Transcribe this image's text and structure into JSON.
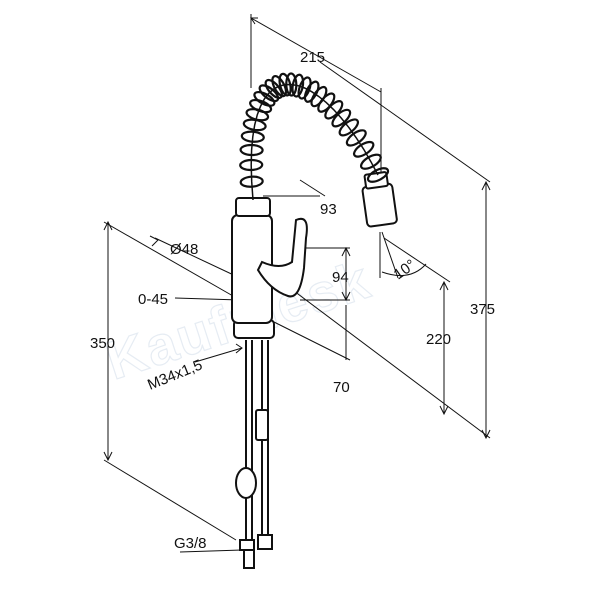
{
  "dimensions": {
    "width_215": "215",
    "spout_93": "93",
    "diameter": "Ø48",
    "swivel": "0-45",
    "handle_94": "94",
    "height_350": "350",
    "height_375": "375",
    "height_220": "220",
    "thread": "M34x1,5",
    "depth_70": "70",
    "angle": "10°",
    "connection": "G3/8"
  },
  "watermark": "Kaufmesk",
  "colors": {
    "line": "#111111",
    "watermark": "#e6ecf3"
  }
}
